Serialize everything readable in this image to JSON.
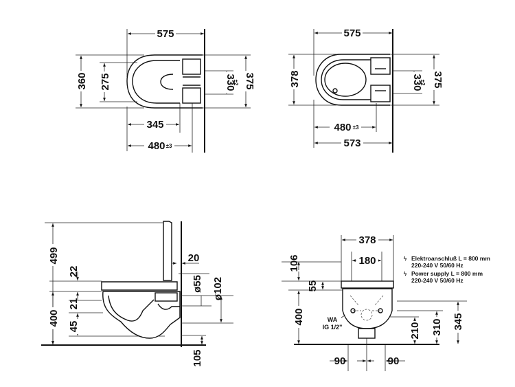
{
  "views": {
    "top_left": {
      "width": "575",
      "depth": "360",
      "inner_depth": "275",
      "right_outer": "375",
      "right_inner": "330",
      "right_inner_tol": "±2",
      "bowl_len": "345",
      "fix_len": "480",
      "fix_tol": "±3"
    },
    "top_right": {
      "width": "575",
      "depth": "378",
      "right_outer": "375",
      "right_inner": "330",
      "right_inner_tol": "±2",
      "fix_len": "480",
      "fix_tol": "±3",
      "overall": "573"
    },
    "side": {
      "h_total": "499",
      "h_22": "22",
      "h_21": "21",
      "h_400": "400",
      "h_45": "45",
      "wall": "20",
      "d55": "ø55",
      "d102": "ø102",
      "below": "105"
    },
    "front": {
      "w378": "378",
      "w180": "180",
      "h106": "106",
      "h55": "55",
      "h400": "400",
      "h210": "210",
      "h310": "310",
      "h345": "345",
      "b90_left": "90",
      "b90_right": "90",
      "wa_1": "WA",
      "wa_2": "IG 1/2\"",
      "note_de": "Elektroanschluß L = 800 mm",
      "note_de_v": "220-240 V  50/60 Hz",
      "note_en": "Power supply L = 800 mm",
      "note_en_v": "220-240 V  50/60 Hz"
    }
  }
}
